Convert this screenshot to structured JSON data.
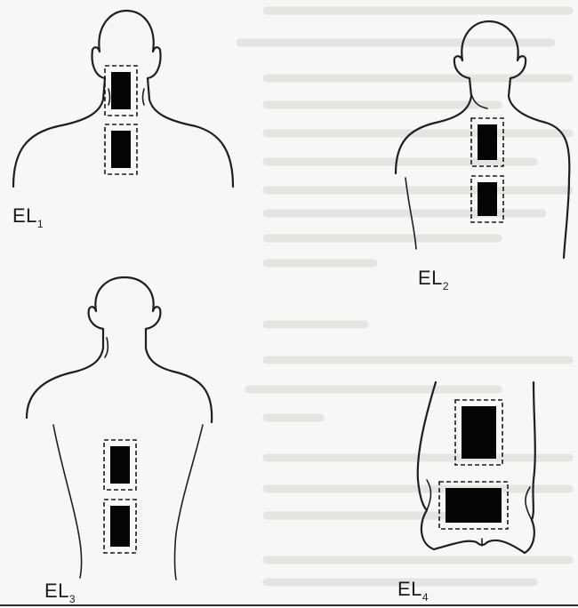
{
  "figures": [
    {
      "label_main": "EL",
      "label_sub": "1"
    },
    {
      "label_main": "EL",
      "label_sub": "2"
    },
    {
      "label_main": "EL",
      "label_sub": "3"
    },
    {
      "label_main": "EL",
      "label_sub": "4"
    }
  ],
  "colors": {
    "background": "#f7f7f5",
    "ink": "#1f1f1f",
    "electrode": "#050505"
  }
}
